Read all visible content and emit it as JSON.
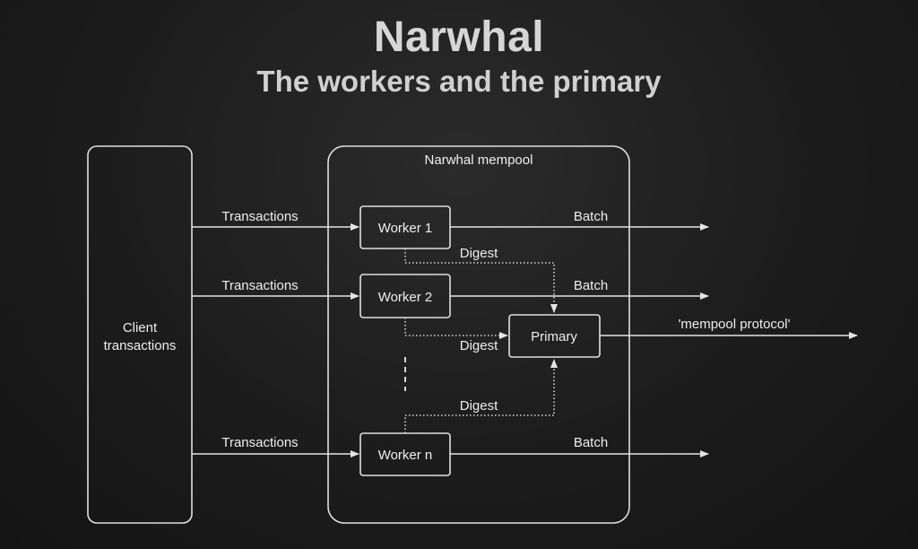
{
  "header": {
    "title": "Narwhal",
    "subtitle": "The workers and the primary"
  },
  "client": {
    "label_line1": "Client",
    "label_line2": "transactions"
  },
  "mempool": {
    "label": "Narwhal mempool"
  },
  "workers": [
    {
      "label": "Worker 1",
      "input_label": "Transactions",
      "output_label": "Batch",
      "digest_label": "Digest"
    },
    {
      "label": "Worker 2",
      "input_label": "Transactions",
      "output_label": "Batch",
      "digest_label": "Digest"
    },
    {
      "label": "Worker n",
      "input_label": "Transactions",
      "output_label": "Batch",
      "digest_label": "Digest"
    }
  ],
  "primary": {
    "label": "Primary",
    "output_label": "'mempool protocol'"
  },
  "colors": {
    "background": "#1c1c1c",
    "stroke": "#e0e0e0",
    "text": "#eeeeee"
  }
}
